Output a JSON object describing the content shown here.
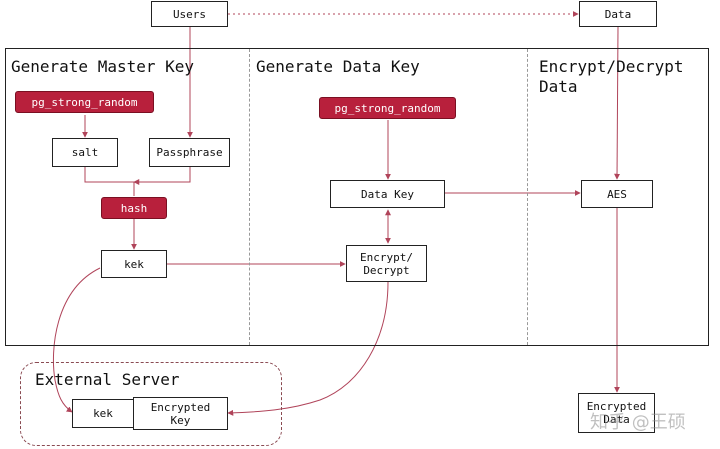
{
  "sections": {
    "master": "Generate Master Key",
    "data_key": "Generate Data Key",
    "encrypt": "Encrypt/Decrypt\nData",
    "external": "External Server"
  },
  "nodes": {
    "users": "Users",
    "data": "Data",
    "random1": "pg_strong_random",
    "random2": "pg_strong_random",
    "salt": "salt",
    "passphrase": "Passphrase",
    "hash": "hash",
    "kek": "kek",
    "data_key": "Data Key",
    "aes": "AES",
    "encrypt_decrypt": "Encrypt/\nDecrypt",
    "ext_kek": "kek",
    "encrypted_key": "Encrypted\nKey",
    "encrypted_data": "Encrypted\nData"
  },
  "watermark": "知乎 @王硕",
  "colors": {
    "accent": "#b8203c",
    "arrow": "#b0445a",
    "border": "#222222"
  }
}
